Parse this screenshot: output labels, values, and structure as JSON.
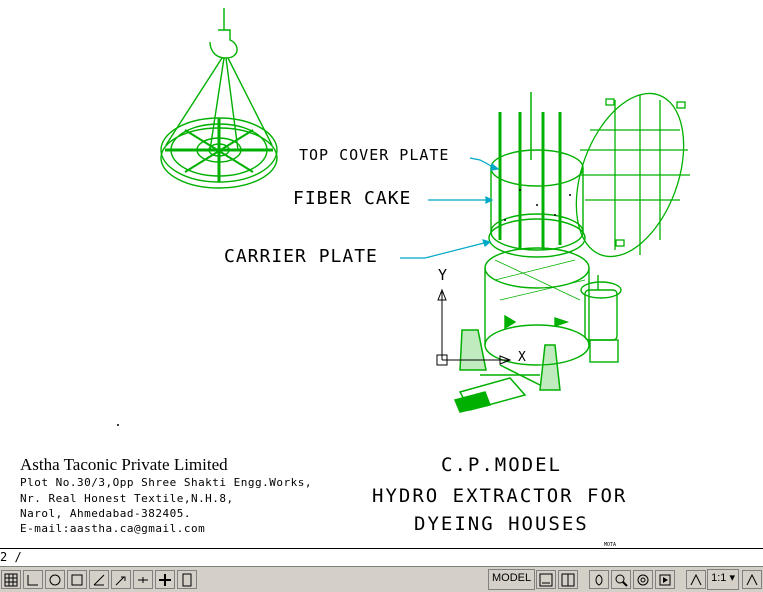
{
  "labels": {
    "top_cover_plate": "TOP COVER PLATE",
    "fiber_cake": "FIBER CAKE",
    "carrier_plate": "CARRIER PLATE",
    "axis_y": "Y",
    "axis_x": "X",
    "small_tag": "MOTA"
  },
  "company": {
    "name": "Astha Taconic Private Limited",
    "address": [
      "Plot No.30/3,Opp Shree Shakti Engg.Works,",
      "Nr. Real Honest Textile,N.H.8,",
      "Narol, Ahmedabad-382405."
    ],
    "email": "E-mail:aastha.ca@gmail.com"
  },
  "title": {
    "line1": "C.P.MODEL",
    "line2": "HYDRO EXTRACTOR FOR",
    "line3": "DYEING HOUSES"
  },
  "command": {
    "prompt": "2 /"
  },
  "statusbar": {
    "model_label": "MODEL",
    "scale_label": "1:1 ▾"
  },
  "colors": {
    "drawing_green": "#00b000",
    "leader_cyan": "#00a8c8",
    "statusbar_bg": "#d4d0c8"
  }
}
